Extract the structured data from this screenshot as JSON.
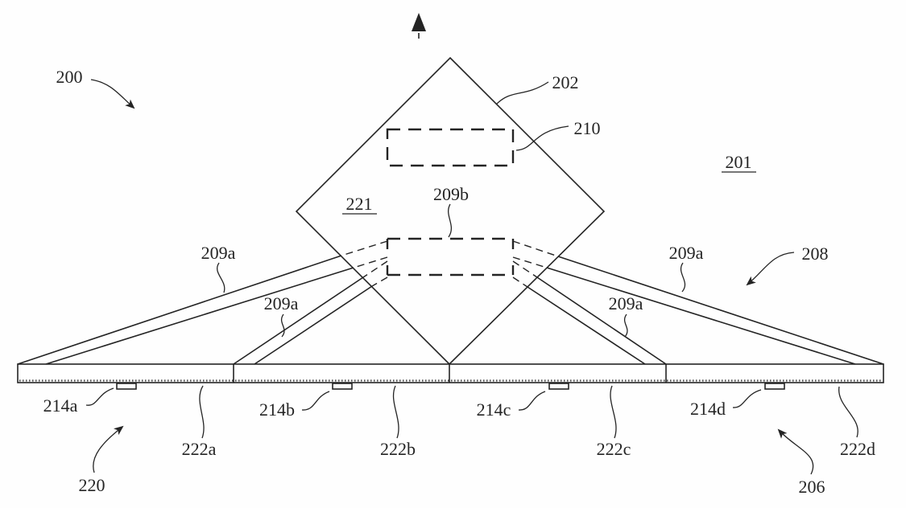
{
  "colors": {
    "ink": "#242424",
    "paper": "#fefefe"
  },
  "figure": {
    "kind": "patent-line-drawing",
    "labels": {
      "n200": {
        "text": "200"
      },
      "n201": {
        "text": "201"
      },
      "n202": {
        "text": "202"
      },
      "n210": {
        "text": "210"
      },
      "n221": {
        "text": "221"
      },
      "n209b": {
        "text": "209b"
      },
      "n209a_left_outer": {
        "text": "209a"
      },
      "n209a_left_inner": {
        "text": "209a"
      },
      "n209a_right_inner": {
        "text": "209a"
      },
      "n209a_right_outer": {
        "text": "209a"
      },
      "n208": {
        "text": "208"
      },
      "n214a": {
        "text": "214a"
      },
      "n214b": {
        "text": "214b"
      },
      "n214c": {
        "text": "214c"
      },
      "n214d": {
        "text": "214d"
      },
      "n222a": {
        "text": "222a"
      },
      "n222b": {
        "text": "222b"
      },
      "n222c": {
        "text": "222c"
      },
      "n222d": {
        "text": "222d"
      },
      "n220": {
        "text": "220"
      },
      "n206": {
        "text": "206"
      }
    }
  }
}
